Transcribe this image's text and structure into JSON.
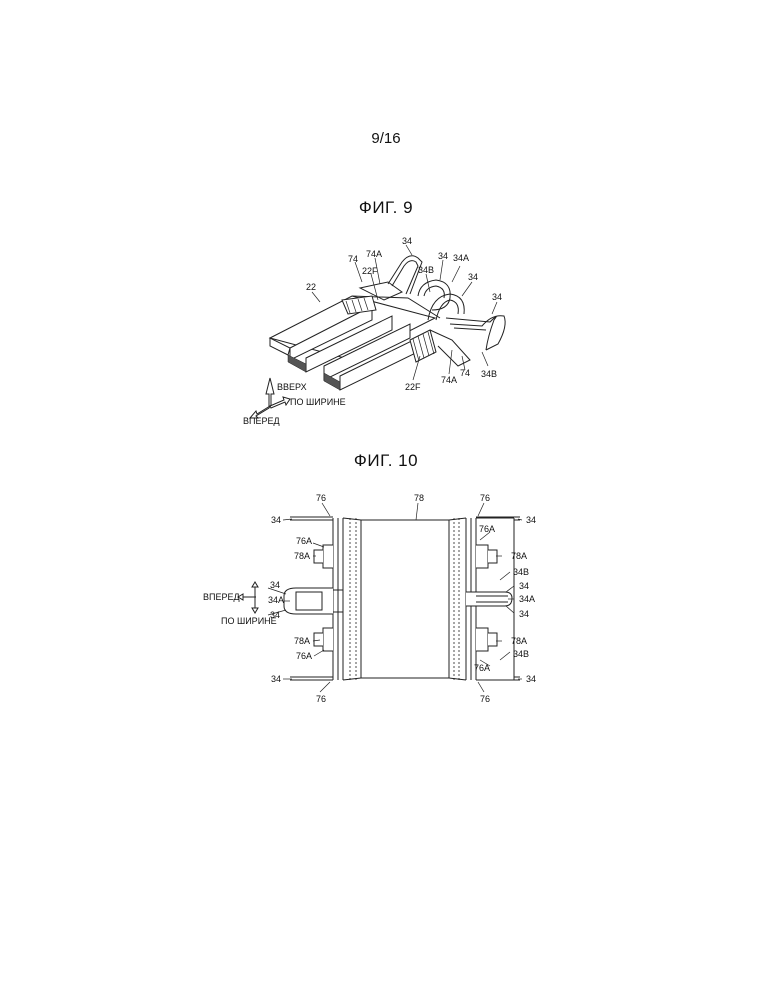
{
  "page_number": "9/16",
  "fig9": {
    "title": "ФИГ. 9",
    "labels": {
      "l34a": "34",
      "l74a": "74",
      "l74Aa": "74A",
      "l34b": "34",
      "l34Aa": "34A",
      "l22": "22",
      "l22Fa": "22F",
      "l34Ba": "34B",
      "l34c": "34",
      "l34d": "34",
      "l22Fb": "22F",
      "l74Ab": "74A",
      "l74b": "74",
      "l34Bb": "34B"
    },
    "axis": {
      "up": "ВВЕРХ",
      "width": "ПО ШИРИНЕ",
      "forward": "ВПЕРЕД"
    }
  },
  "fig10": {
    "title": "ФИГ. 10",
    "labels": {
      "l76tl": "76",
      "l78": "78",
      "l76tr": "76",
      "l34tl": "34",
      "l34tr": "34",
      "l76Al1": "76A",
      "l78Al1": "78A",
      "l76Ar1": "76A",
      "l78Ar1": "78A",
      "l34Br1": "34B",
      "l34m1": "34",
      "l34Am": "34A",
      "l34m2": "34",
      "l34r1": "34",
      "l34Ar": "34A",
      "l34r2": "34",
      "l78Al2": "78A",
      "l76Al2": "76A",
      "l78Ar2": "78A",
      "l34Br2": "34B",
      "l76Ar2": "76A",
      "l34bl": "34",
      "l34br": "34",
      "l76bl": "76",
      "l76br": "76"
    },
    "axis": {
      "forward": "ВПЕРЕД",
      "width": "ПО ШИРИНЕ"
    }
  }
}
